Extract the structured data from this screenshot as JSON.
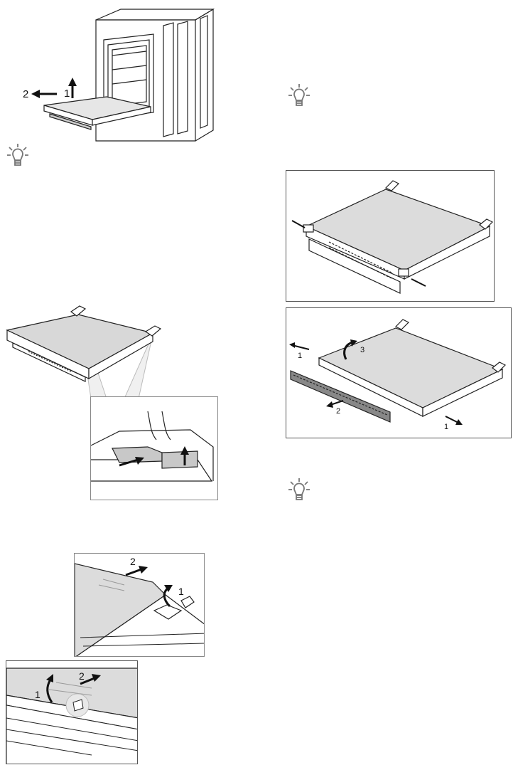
{
  "page": {
    "title": ""
  },
  "figures": {
    "oven": {
      "labels": [
        "2",
        "1"
      ]
    },
    "step_a": {
      "labels": [
        "2",
        "1"
      ]
    },
    "step_b": {
      "labels": [
        "2",
        "1"
      ]
    },
    "glass_removal": {
      "labels": [
        "1",
        "3",
        "2",
        "1"
      ]
    }
  },
  "icons": [
    "lightbulb-icon",
    "lightbulb-icon",
    "lightbulb-icon"
  ],
  "colors": {
    "line": "#222222",
    "panel": "#d9d9d9",
    "frame": "#555555"
  }
}
